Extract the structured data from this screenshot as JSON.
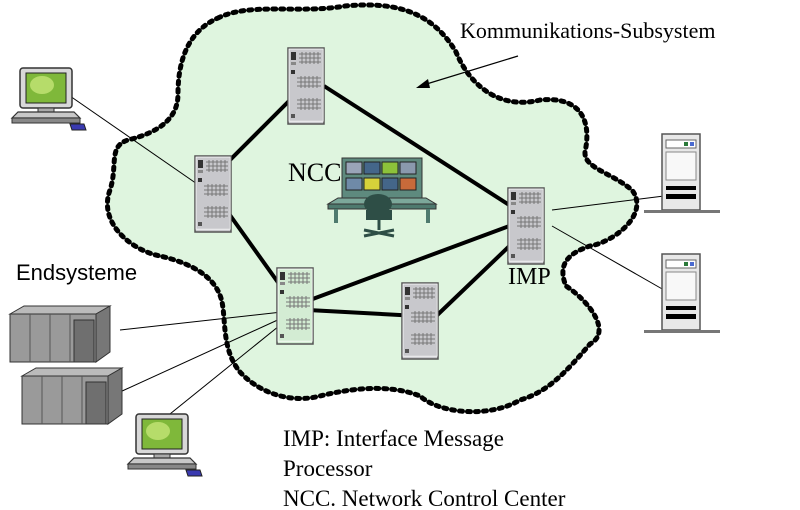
{
  "labels": {
    "subsystem": "Kommunikations-Subsystem",
    "endsystems": "Endsysteme",
    "ncc": "NCC",
    "imp": "IMP"
  },
  "legend": {
    "line1": "IMP: Interface Message",
    "line2": "Processor",
    "line3": "NCC. Network Control Center"
  },
  "colors": {
    "cloud_fill": "#dff5df",
    "cloud_border": "#000000",
    "node_gray": "#c8c8cc",
    "node_green": "#d3ecd3",
    "screen_green": "#7fb83a",
    "ncc_teal": "#5e8a7e"
  }
}
